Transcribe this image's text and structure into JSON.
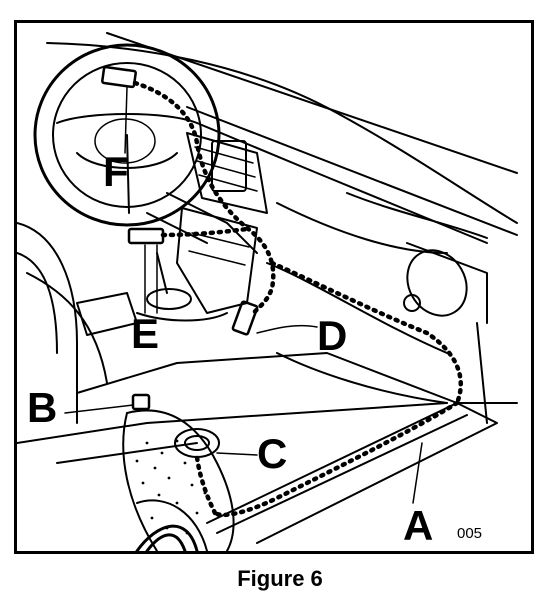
{
  "diagram": {
    "callouts": {
      "A": "A",
      "B": "B",
      "C": "C",
      "D": "D",
      "E": "E",
      "F": "F"
    },
    "figure_code": "005"
  },
  "caption": "Figure 6",
  "colors": {
    "line": "#000000",
    "paper": "#ffffff"
  }
}
